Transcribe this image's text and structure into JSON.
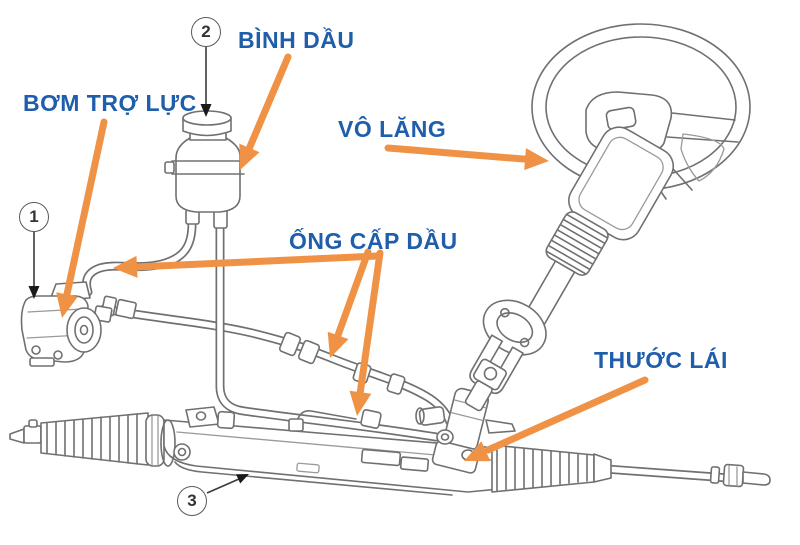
{
  "diagram": {
    "description": "Hydraulic power steering system diagram",
    "background": "#ffffff",
    "colors": {
      "label_text": "#1E5EAB",
      "arrow": "#F09245",
      "line_art": "#707070",
      "callout_border": "#5a5a5a",
      "callout_text": "#333333"
    },
    "labels": {
      "pump": "BƠM TRỢ LỰC",
      "reservoir": "BÌNH DẦU",
      "steering_wheel": "VÔ LĂNG",
      "oil_lines": "ỐNG CẤP DẦU",
      "steering_rack": "THƯỚC LÁI"
    },
    "callouts": {
      "c1": "1",
      "c2": "2",
      "c3": "3"
    }
  }
}
